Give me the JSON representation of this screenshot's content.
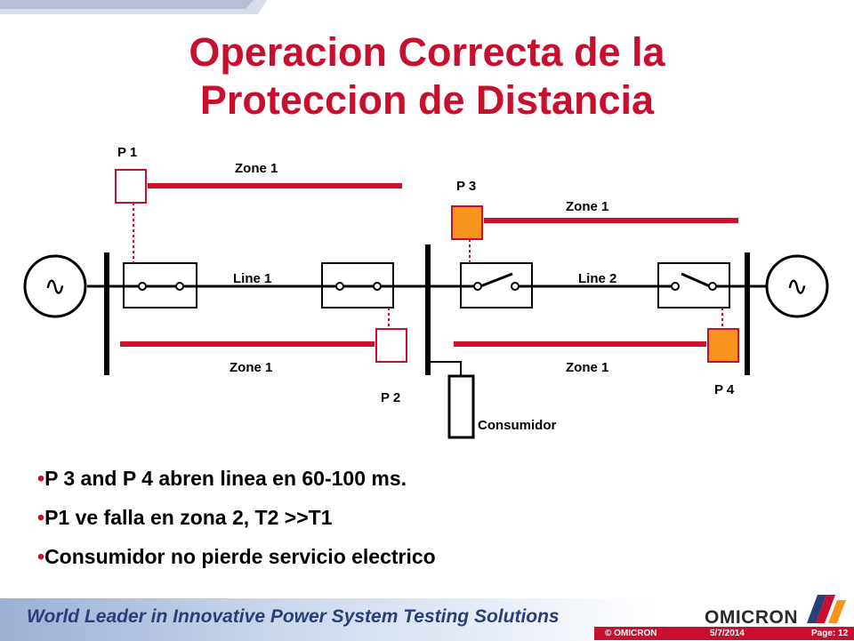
{
  "title": {
    "line1": "Operacion Correcta de la",
    "line2": "Proteccion de Distancia"
  },
  "diagram": {
    "relays": {
      "p1": "P 1",
      "p2": "P 2",
      "p3": "P 3",
      "p4": "P 4"
    },
    "zones": {
      "p1_zone": "Zone 1",
      "p2_zone": "Zone 1",
      "p3_zone": "Zone 1",
      "p4_zone": "Zone 1"
    },
    "lines": {
      "line1": "Line 1",
      "line2": "Line 2"
    },
    "consumer": "Consumidor",
    "source_symbol": "∿"
  },
  "bullets": [
    "P 3 and P 4 abren linea en 60-100 ms.",
    "P1 ve falla en zona 2, T2 >>T1",
    "Consumidor no pierde servicio electrico"
  ],
  "bullet_marker": "•",
  "footer": {
    "slogan": "World Leader in Innovative Power System Testing Solutions",
    "brand": "OMICRON",
    "copyright": "© OMICRON",
    "date": "5/7/2014",
    "page": "Page: 12"
  },
  "colors": {
    "title": "#c8102e",
    "zone_line": "#d0112b",
    "tripped_relay": "#f7941d",
    "footer_bar": "#c8102e"
  }
}
